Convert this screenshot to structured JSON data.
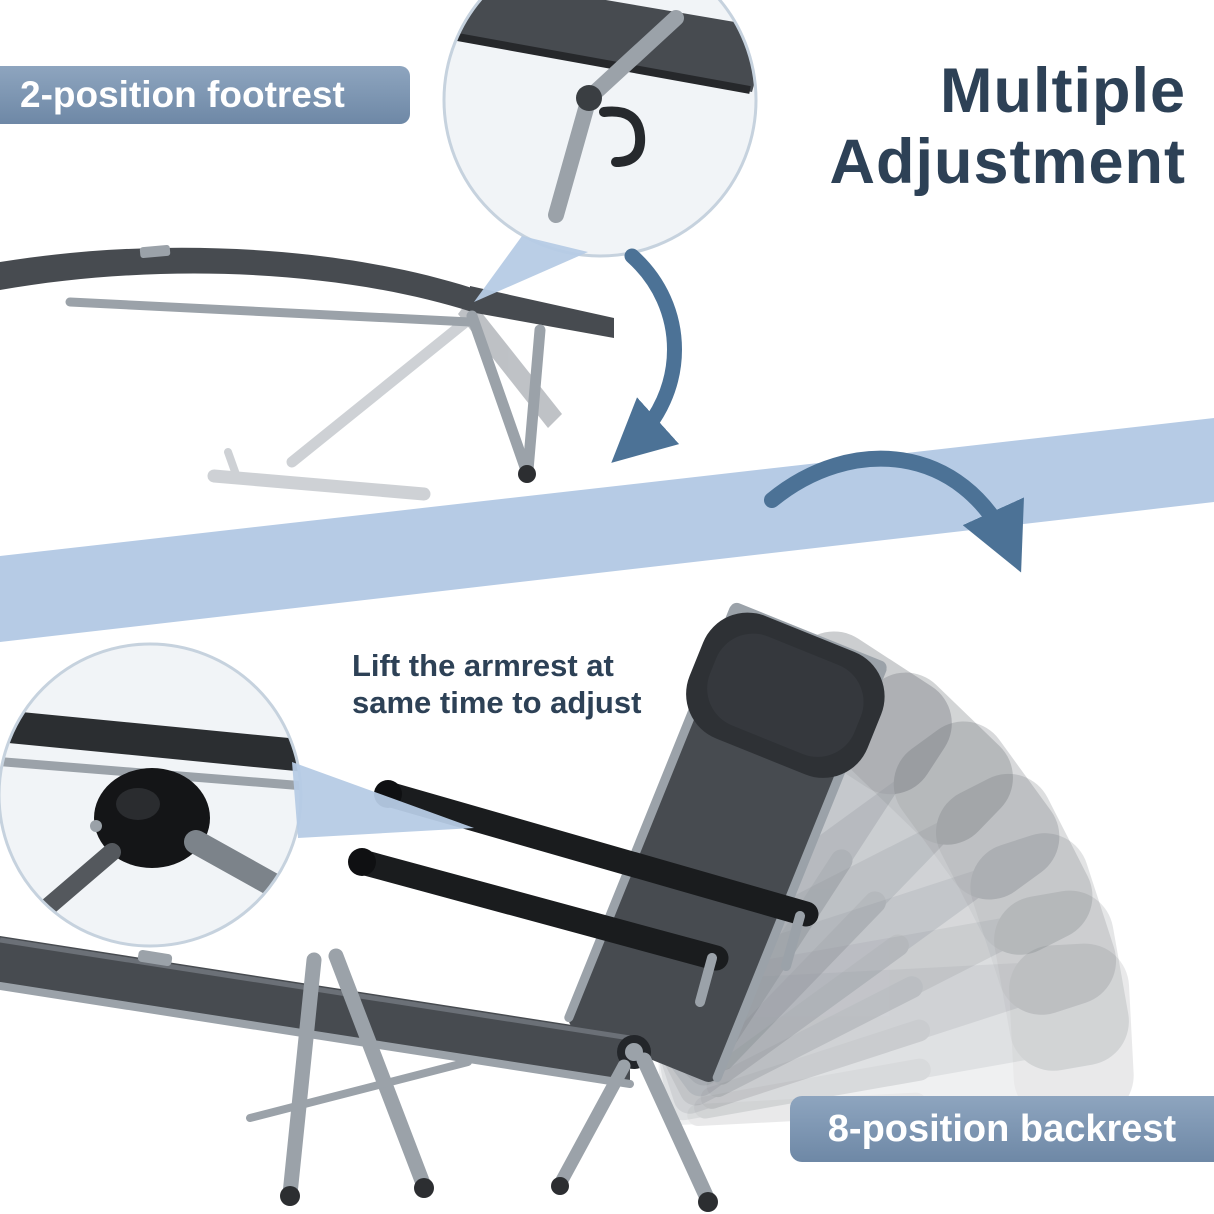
{
  "banners": {
    "footrest": "2-position footrest",
    "backrest": "8-position backrest"
  },
  "headline": {
    "line1": "Multiple",
    "line2": "Adjustment"
  },
  "note": {
    "line1": "Lift the armrest at",
    "line2": "same time to adjust"
  },
  "icons": {
    "footrest_arrow": "curved-arrow-icon",
    "backrest_arrow": "curved-arrow-icon"
  },
  "colors": {
    "banner_light": "#8ea5bf",
    "banner_dark": "#6e88a6",
    "headline_text": "#2d4156",
    "note_text": "#2d4156",
    "band": "#b6cbe5",
    "arrow": "#4c7296",
    "fabric": "#474b50",
    "pillow": "#2e3135",
    "frame_silver": "#9ba2a9",
    "arm_black": "#1a1c1e",
    "ghost": "#8a9097",
    "inset_fill": "#f1f4f7",
    "inset_border": "#c6d2de"
  }
}
